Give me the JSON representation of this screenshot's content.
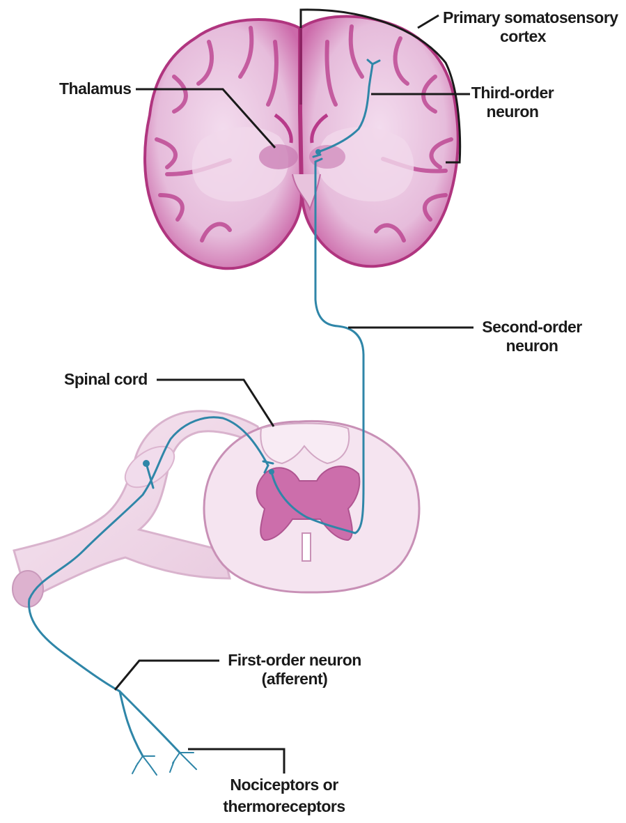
{
  "labels": {
    "primary_cortex": [
      "Primary somatosensory",
      "cortex"
    ],
    "thalamus": "Thalamus",
    "third_order": [
      "Third-order",
      "neuron"
    ],
    "second_order": [
      "Second-order",
      "neuron"
    ],
    "spinal_cord": "Spinal cord",
    "first_order": [
      "First-order neuron",
      "(afferent)"
    ],
    "receptors": [
      "Nociceptors or",
      "thermoreceptors"
    ]
  },
  "colors": {
    "neuron": "#2f86a8",
    "brain_white": "#efd3e8",
    "brain_cortex": "#b83a8a",
    "cord_white": "#f4e1ee",
    "cord_gray": "#c25a9e",
    "leader": "#1a1a1a"
  }
}
